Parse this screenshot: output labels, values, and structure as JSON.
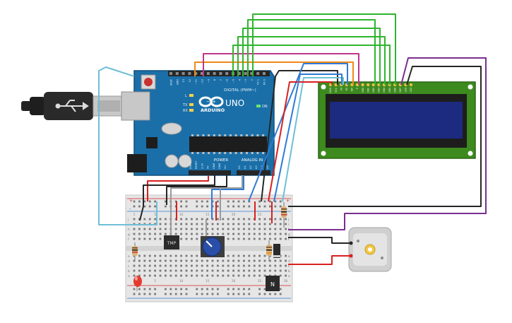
{
  "arduino": {
    "brand": "ARDUINO",
    "model": "UNO",
    "digital_header_label": "DIGITAL (PWM~)",
    "power_label": "POWER",
    "analog_label": "ANALOG IN",
    "on_label": "ON",
    "tx_label": "TX",
    "rx_label": "RX",
    "l_label": "L",
    "top_pin_labels": [
      "AREF",
      "GND",
      "13",
      "12",
      "~11",
      "~10",
      "~9",
      "8",
      "7",
      "~6",
      "~5",
      "4",
      "~3",
      "2",
      "TX 1",
      "RX 0"
    ],
    "power_pin_labels": [
      "IOREF",
      "RESET",
      "3.3V",
      "5V",
      "GND",
      "GND",
      "Vin"
    ],
    "analog_pin_labels": [
      "A0",
      "A1",
      "A2",
      "A3",
      "A4",
      "A5"
    ]
  },
  "lcd": {
    "pin_labels": [
      "GND",
      "VCC",
      "V0",
      "RS",
      "RW",
      "E",
      "DB0",
      "DB1",
      "DB2",
      "DB3",
      "DB4",
      "DB5",
      "DB6",
      "DB7",
      "LED",
      "LED"
    ]
  },
  "breadboard": {
    "row_letters": [
      "a",
      "b",
      "c",
      "d",
      "e",
      "f",
      "g",
      "h",
      "i",
      "j"
    ],
    "column_numbers": [
      "1",
      "5",
      "10",
      "15",
      "20",
      "25",
      "30"
    ],
    "rail_plus": "+",
    "rail_minus": "-"
  },
  "components": {
    "temp_sensor_label": "TMP",
    "transistor_label": "N"
  },
  "colors": {
    "arduino_board": "#1a6fa8",
    "lcd_board": "#3d8a1f",
    "lcd_screen": "#1c2a80",
    "breadboard": "#e6e6e6",
    "wire_red": "#d82020",
    "wire_black": "#262626",
    "wire_green": "#2fb52f",
    "wire_orange": "#ef8a17",
    "wire_purple": "#7a2e8f",
    "wire_blue": "#2f7bd6",
    "wire_cyan": "#6fbfd6",
    "wire_magenta": "#c0368a",
    "wire_gray": "#9a9a9a"
  }
}
